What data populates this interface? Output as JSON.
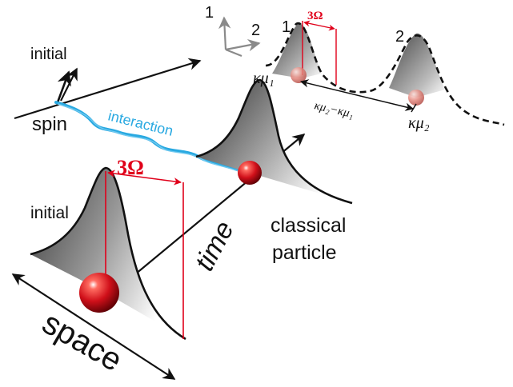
{
  "labels": {
    "spin": "spin",
    "initial_spin": "initial",
    "interaction": "interaction",
    "initial_packet": "initial",
    "time": "time",
    "space": "space",
    "classical_line1": "classical",
    "classical_line2": "particle",
    "width_main": "3Ω",
    "width_small": "3Ω",
    "axis_1": "1",
    "axis_2": "2",
    "peak_1": "1",
    "peak_2": "2",
    "kappa_mu1": "κμ₁",
    "kappa_mu2": "κμ₂",
    "kappa_diff": "κμ₂−κμ₁"
  },
  "colors": {
    "interaction": "#29a9e1",
    "red_annotation": "#e0001a",
    "particle": "#c8101a",
    "ghost_particle": "#e07a70",
    "lines": "#111111",
    "axis_gray": "#8a8a8a"
  }
}
